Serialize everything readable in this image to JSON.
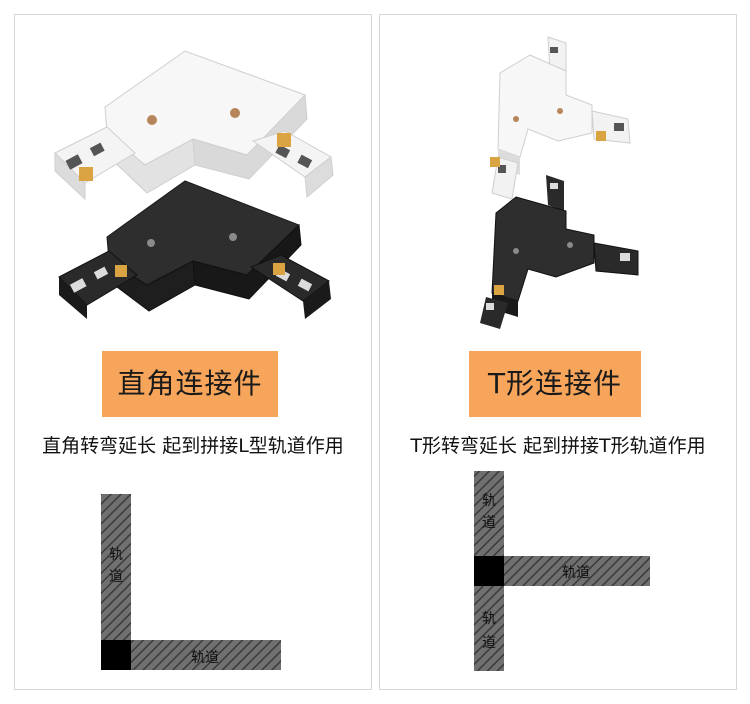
{
  "left": {
    "badge": "直角连接件",
    "description": "直角转弯延长 起到拼接L型轨道作用",
    "track_vertical_char1": "轨",
    "track_vertical_char2": "道",
    "track_horizontal": "轨道"
  },
  "right": {
    "badge": "T形连接件",
    "description": "T形转弯延长 起到拼接T形轨道作用",
    "track_top_char1": "轨",
    "track_top_char2": "道",
    "track_bottom_char1": "轨",
    "track_bottom_char2": "道",
    "track_horizontal": "轨道"
  },
  "colors": {
    "badge": "#f7a55a",
    "hatch_bg": "#6e6e6e",
    "hatch_line": "#3c3c3c",
    "joint": "#000000",
    "white_product": "#fafafa",
    "black_product": "#262626",
    "brass_contact": "#d9a441"
  }
}
